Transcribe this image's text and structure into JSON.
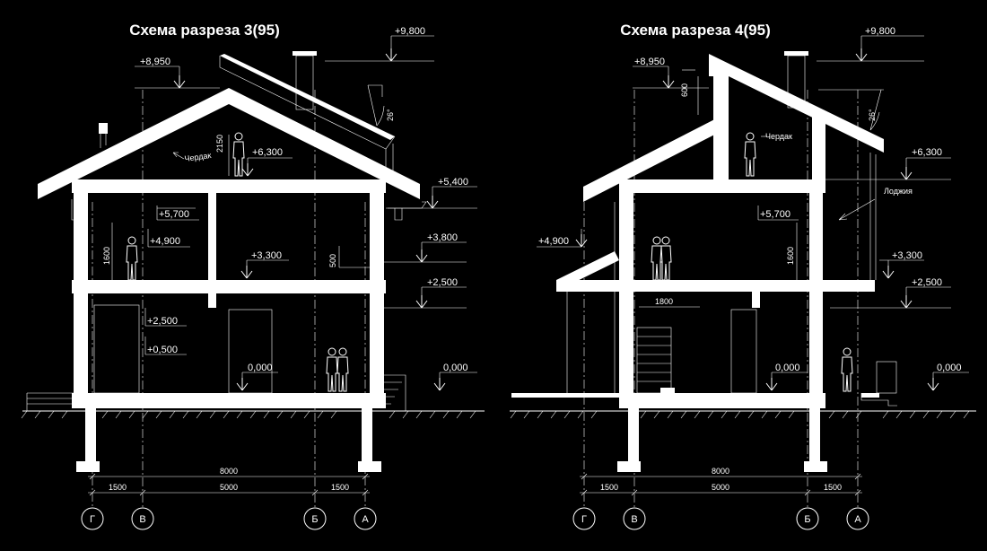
{
  "sections": [
    {
      "title": "Схема разреза 3(95)",
      "levels": [
        "+9,800",
        "+8,950",
        "+6,300",
        "+5,700",
        "+5,400",
        "+4,900",
        "+3,800",
        "+3,300",
        "+2,500",
        "+2,500",
        "+0,500",
        "0,000",
        "0,000"
      ],
      "dims": [
        "2150",
        "1600",
        "500",
        "26°"
      ],
      "room_label": "Чердак",
      "total_dim": "8000",
      "spans": [
        "1500",
        "5000",
        "1500"
      ],
      "axes": [
        "Г",
        "В",
        "Б",
        "А"
      ]
    },
    {
      "title": "Схема разреза 4(95)",
      "levels": [
        "+9,800",
        "+8,950",
        "+6,300",
        "+5,700",
        "+4,900",
        "+3,300",
        "+2,500",
        "0,000",
        "0,000"
      ],
      "dims": [
        "600",
        "1600",
        "1800",
        "26°"
      ],
      "room_label": "Чердак",
      "loggia_label": "Лоджия",
      "total_dim": "8000",
      "spans": [
        "1500",
        "5000",
        "1500"
      ],
      "axes": [
        "Г",
        "В",
        "Б",
        "А"
      ]
    }
  ]
}
